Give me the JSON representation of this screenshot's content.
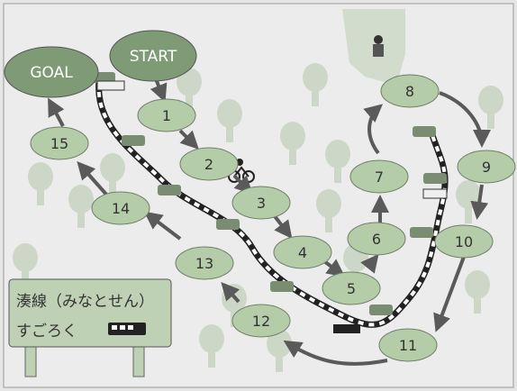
{
  "board": {
    "start_label": "START",
    "goal_label": "GOAL",
    "squares": [
      "1",
      "2",
      "3",
      "4",
      "5",
      "6",
      "7",
      "8",
      "9",
      "10",
      "11",
      "12",
      "13",
      "14",
      "15"
    ]
  },
  "sign": {
    "line1": "湊線（みなとせん）",
    "line2": "すごろく"
  },
  "colors": {
    "start_goal": "#7f9b76",
    "square": "#b5cca8",
    "arrow": "#5a5a5a",
    "tree": "#c9d4c5",
    "sign": "#bfd1b4"
  },
  "icons": [
    "bicycle-icon",
    "tram-car-icon",
    "tram-icon",
    "person-icon",
    "tree-icon",
    "railway-track-icon"
  ]
}
